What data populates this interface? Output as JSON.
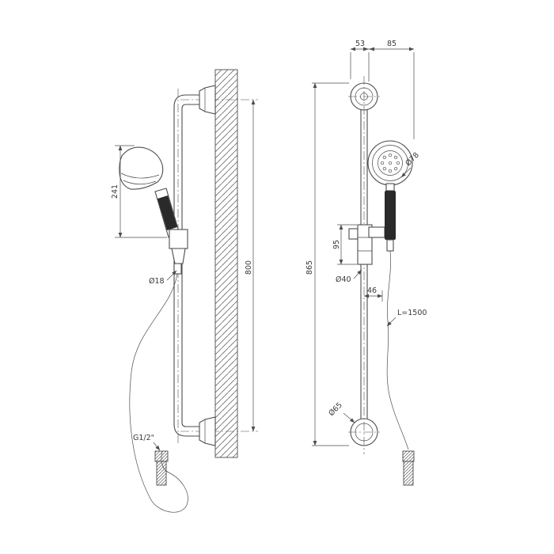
{
  "drawing": {
    "background": "#ffffff",
    "line_color": "#4d4d4d",
    "hatch_color": "#6a6a6a",
    "grip_color": "#2a2a2a"
  },
  "dims": {
    "side": {
      "handset_length": "241",
      "rail_diameter": "Ø18",
      "bar_height": "800",
      "inlet_thread": "G1/2\""
    },
    "front": {
      "offset_left": "53",
      "offset_right": "85",
      "head_diameter": "Ø78",
      "slider_height": "95",
      "slider_diameter": "Ø40",
      "hose_offset": "46",
      "overall_height": "865",
      "hose_length": "L=1500",
      "flange_diameter": "Ø65"
    }
  }
}
